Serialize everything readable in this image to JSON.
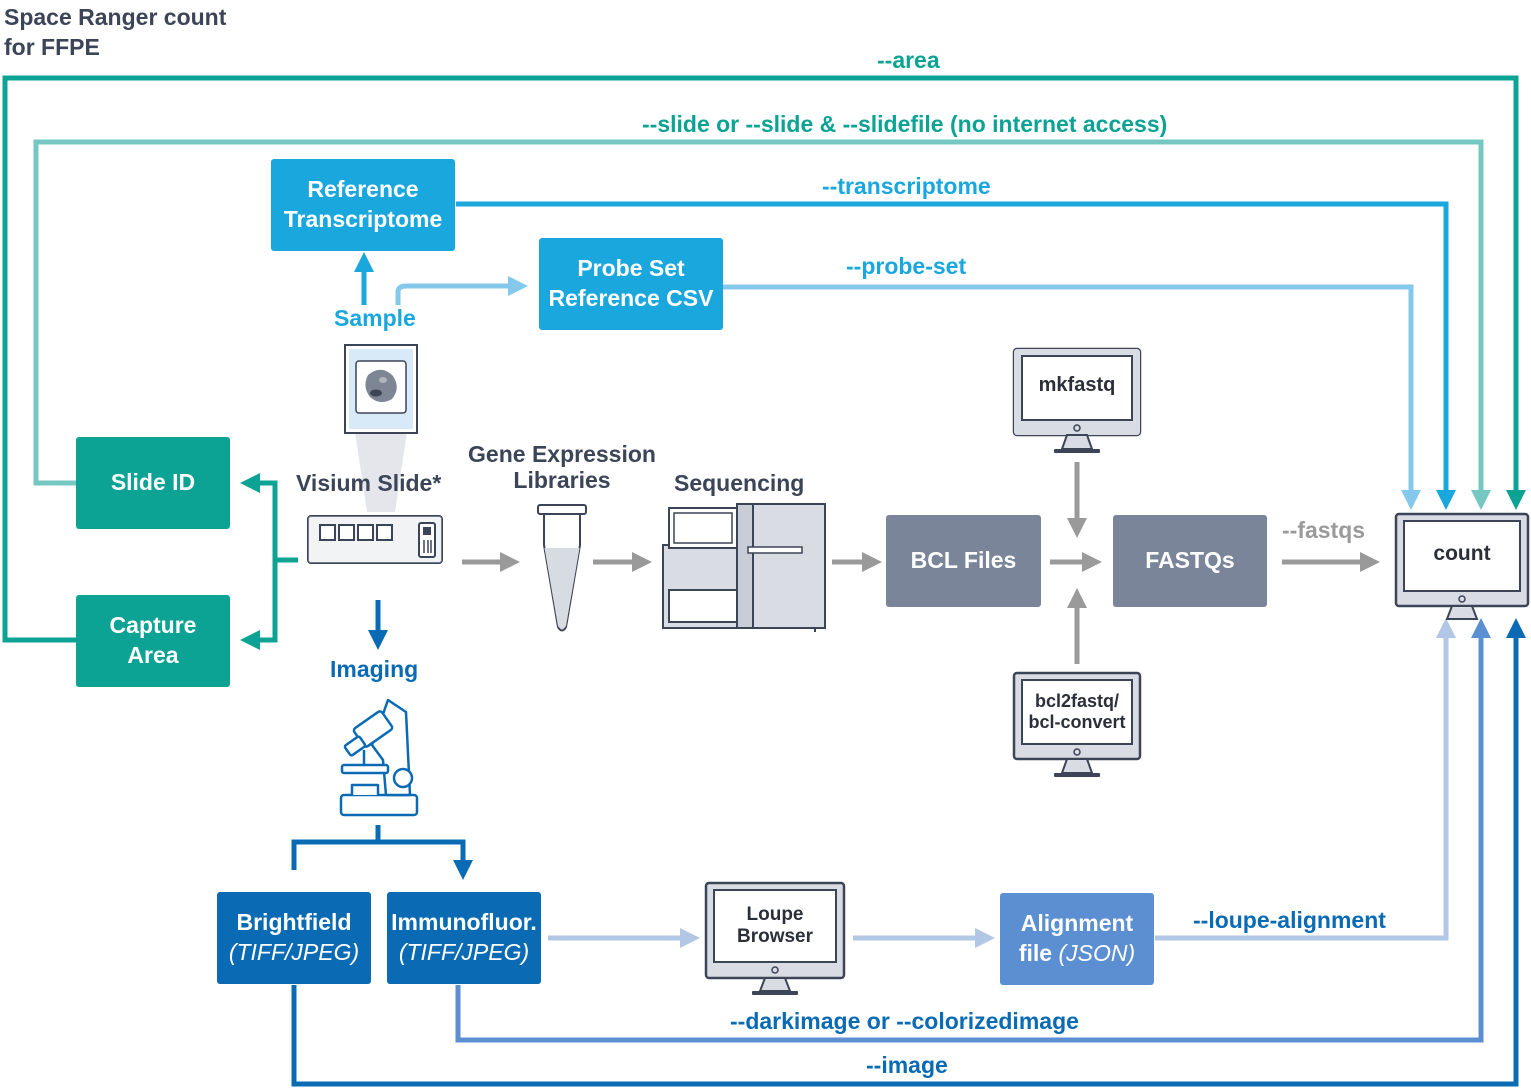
{
  "title_line1": "Space Ranger count",
  "title_line2": "for FFPE",
  "colors": {
    "teal": "#0da394",
    "teal_light": "#75c8c1",
    "cyan": "#1aa7de",
    "cyan_light": "#84c9ec",
    "blue_dark": "#0a6bb4",
    "blue_mid": "#5b8fd1",
    "blue_light": "#b2c7e6",
    "gray_box": "#7a8599",
    "gray_arrow": "#9a9a9a",
    "navy_text": "#3c4457"
  },
  "boxes": {
    "ref_transcriptome": [
      "Reference",
      "Transcriptome"
    ],
    "probe_set": [
      "Probe Set",
      "Reference CSV"
    ],
    "slide_id": "Slide ID",
    "capture_area": [
      "Capture",
      "Area"
    ],
    "bcl_files": "BCL Files",
    "fastqs": "FASTQs",
    "brightfield": {
      "name": "Brightfield",
      "format": "(TIFF/JPEG)"
    },
    "immunofluor": {
      "name": "Immunofluor.",
      "format": "(TIFF/JPEG)"
    },
    "alignment": {
      "line1": "Alignment",
      "line2_prefix": "file ",
      "line2_italic": "(JSON)"
    }
  },
  "monitors": {
    "mkfastq": "mkfastq",
    "bcl2fastq": [
      "bcl2fastq/",
      "bcl-convert"
    ],
    "count": "count",
    "loupe": [
      "Loupe",
      "Browser"
    ]
  },
  "labels": {
    "sample": "Sample",
    "visium_slide": "Visium Slide*",
    "gene_expression": [
      "Gene Expression",
      "Libraries"
    ],
    "sequencing": "Sequencing",
    "imaging": "Imaging"
  },
  "flags": {
    "area": "--area",
    "slide": "--slide or --slide & --slidefile (no internet access)",
    "transcriptome": "--transcriptome",
    "probe_set": "--probe-set",
    "fastqs": "--fastqs",
    "loupe_alignment": "--loupe-alignment",
    "darkimage": "--darkimage or --colorizedimage",
    "image": "--image"
  }
}
